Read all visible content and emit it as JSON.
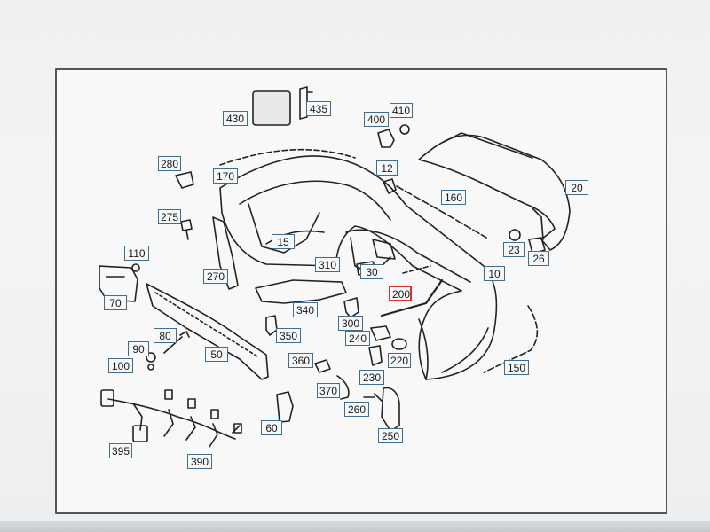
{
  "diagram": {
    "highlight_color": "#d8352e",
    "callout_border_color": "#3f6d8f",
    "line_color": "#222222",
    "callouts": [
      {
        "id": "c430",
        "label": "430"
      },
      {
        "id": "c435",
        "label": "435"
      },
      {
        "id": "c400",
        "label": "400"
      },
      {
        "id": "c410",
        "label": "410"
      },
      {
        "id": "c280",
        "label": "280"
      },
      {
        "id": "c170",
        "label": "170"
      },
      {
        "id": "c12",
        "label": "12"
      },
      {
        "id": "c160",
        "label": "160"
      },
      {
        "id": "c20",
        "label": "20"
      },
      {
        "id": "c275",
        "label": "275"
      },
      {
        "id": "c15",
        "label": "15"
      },
      {
        "id": "c23",
        "label": "23"
      },
      {
        "id": "c26",
        "label": "26"
      },
      {
        "id": "c110",
        "label": "110"
      },
      {
        "id": "c310",
        "label": "310"
      },
      {
        "id": "c30",
        "label": "30"
      },
      {
        "id": "c10",
        "label": "10"
      },
      {
        "id": "c270",
        "label": "270"
      },
      {
        "id": "c200",
        "label": "200",
        "highlighted": true
      },
      {
        "id": "c70",
        "label": "70"
      },
      {
        "id": "c340",
        "label": "340"
      },
      {
        "id": "c300",
        "label": "300"
      },
      {
        "id": "c80",
        "label": "80"
      },
      {
        "id": "c350",
        "label": "350"
      },
      {
        "id": "c240",
        "label": "240"
      },
      {
        "id": "c90",
        "label": "90"
      },
      {
        "id": "c100",
        "label": "100"
      },
      {
        "id": "c50",
        "label": "50"
      },
      {
        "id": "c360",
        "label": "360"
      },
      {
        "id": "c220",
        "label": "220"
      },
      {
        "id": "c150",
        "label": "150"
      },
      {
        "id": "c230",
        "label": "230"
      },
      {
        "id": "c370",
        "label": "370"
      },
      {
        "id": "c260",
        "label": "260"
      },
      {
        "id": "c60",
        "label": "60"
      },
      {
        "id": "c250",
        "label": "250"
      },
      {
        "id": "c395",
        "label": "395"
      },
      {
        "id": "c390",
        "label": "390"
      }
    ]
  }
}
